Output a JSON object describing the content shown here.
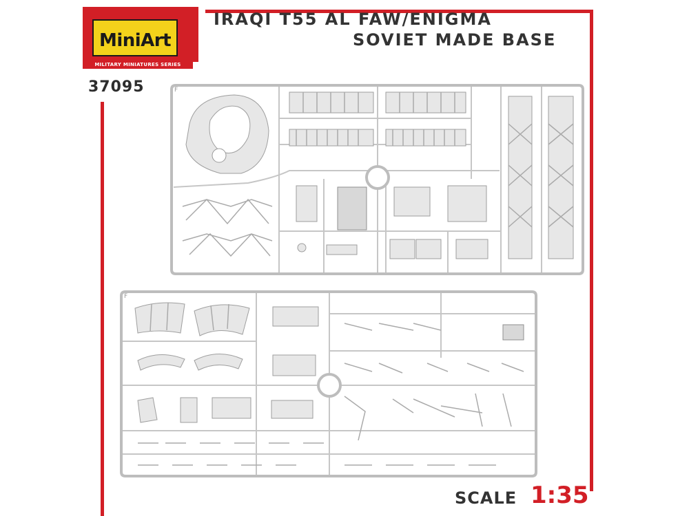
{
  "brand": {
    "logo_text": "MiniArt",
    "series_tagline": "MILITARY MINIATURES SERIES",
    "red": "#d21f26",
    "yellow": "#f3d21b"
  },
  "kit": {
    "number": "37095",
    "title_line_1": "IRAQI T55 AL FAW/ENIGMA",
    "title_line_2": "SOVIET MADE BASE"
  },
  "scale": {
    "label": "SCALE",
    "value": "1:35"
  },
  "sprues": {
    "upper_letter": "F",
    "lower_letter": "F"
  }
}
